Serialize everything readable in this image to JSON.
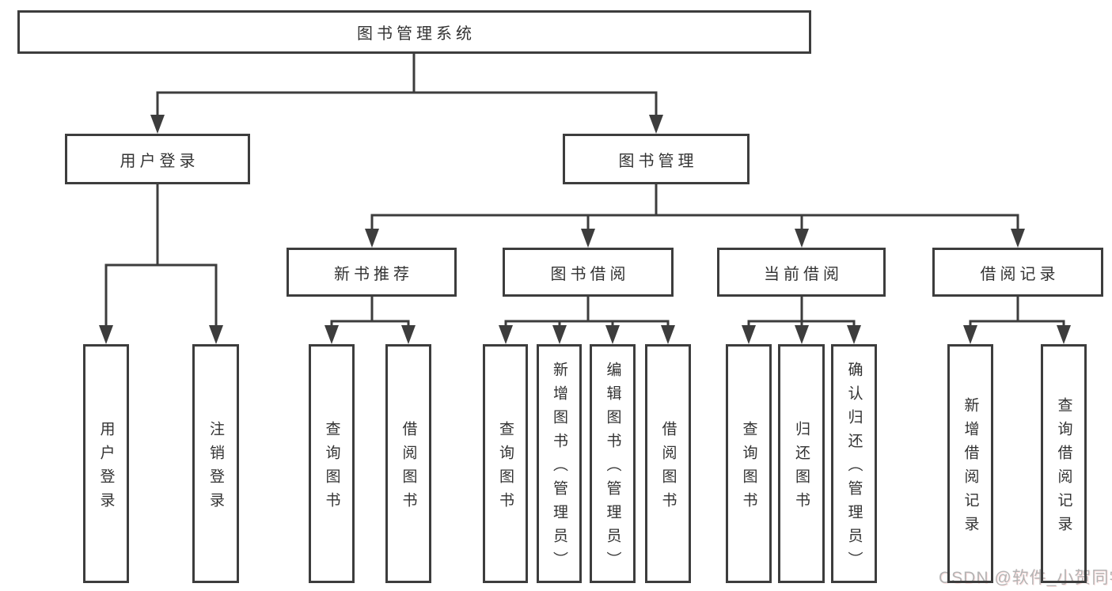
{
  "nodes": {
    "root": "图书管理系统",
    "user_login": "用户登录",
    "book_management": "图书管理",
    "new_book_recommend": "新书推荐",
    "book_borrow": "图书借阅",
    "current_borrow": "当前借阅",
    "borrow_records": "借阅记录",
    "user_login_leaf": "用户登录",
    "logout": "注销登录",
    "rec_query_book": "查询图书",
    "rec_borrow_book": "借阅图书",
    "bb_query_book": "查询图书",
    "bb_add_book": "新增图书（管理员）",
    "bb_edit_book": "编辑图书（管理员）",
    "bb_borrow_book": "借阅图书",
    "cb_query_book": "查询图书",
    "cb_return_book": "归还图书",
    "cb_confirm_return": "确认归还（管理员）",
    "br_add_record": "新增借阅记录",
    "br_query_record": "查询借阅记录"
  },
  "hierarchy": {
    "label": "图书管理系统",
    "children": [
      {
        "label": "用户登录",
        "children": [
          {
            "label": "用户登录"
          },
          {
            "label": "注销登录"
          }
        ]
      },
      {
        "label": "图书管理",
        "children": [
          {
            "label": "新书推荐",
            "children": [
              {
                "label": "查询图书"
              },
              {
                "label": "借阅图书"
              }
            ]
          },
          {
            "label": "图书借阅",
            "children": [
              {
                "label": "查询图书"
              },
              {
                "label": "新增图书（管理员）"
              },
              {
                "label": "编辑图书（管理员）"
              },
              {
                "label": "借阅图书"
              }
            ]
          },
          {
            "label": "当前借阅",
            "children": [
              {
                "label": "查询图书"
              },
              {
                "label": "归还图书"
              },
              {
                "label": "确认归还（管理员）"
              }
            ]
          },
          {
            "label": "借阅记录",
            "children": [
              {
                "label": "新增借阅记录"
              },
              {
                "label": "查询借阅记录"
              }
            ]
          }
        ]
      }
    ]
  },
  "watermark": "CSDN @软件_小贺同学",
  "colors": {
    "line": "#3d3d3d",
    "text": "#333333",
    "watermark": "#b4b4b4",
    "background": "#ffffff"
  }
}
